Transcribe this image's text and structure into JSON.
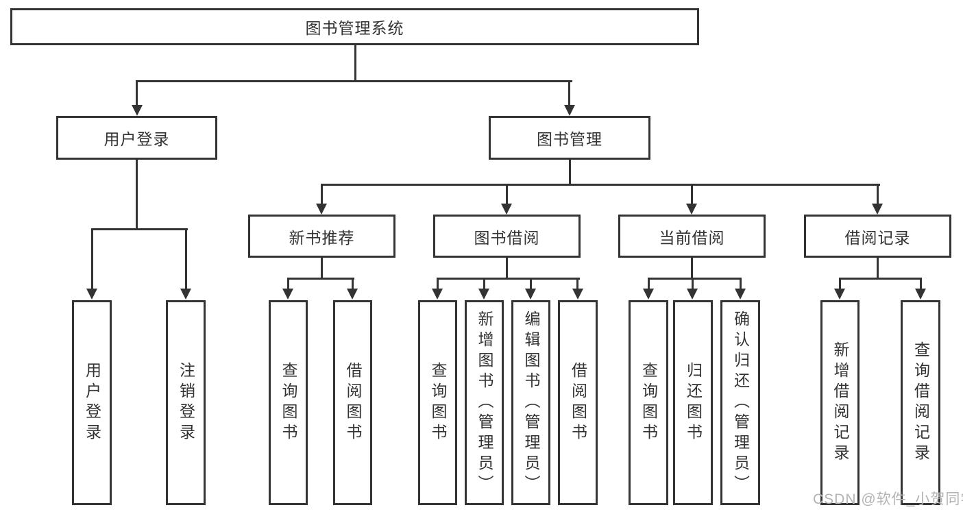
{
  "diagram": {
    "root": {
      "label": "图书管理系统"
    },
    "branches": {
      "user_login": {
        "label": "用户登录",
        "children": {
          "login": "用户登录",
          "logout": "注销登录"
        }
      },
      "book_management": {
        "label": "图书管理",
        "children": {
          "new_book_recommend": {
            "label": "新书推荐",
            "children": {
              "query_books": "查询图书",
              "borrow_books": "借阅图书"
            }
          },
          "book_borrowing": {
            "label": "图书借阅",
            "children": {
              "query_books": "查询图书",
              "add_books": "新增图书（管理员）",
              "edit_books": "编辑图书（管理员）",
              "borrow_books": "借阅图书"
            }
          },
          "current_borrowing": {
            "label": "当前借阅",
            "children": {
              "query_books": "查询图书",
              "return_books": "归还图书",
              "confirm_return": "确认归还（管理员）"
            }
          },
          "borrowing_records": {
            "label": "借阅记录",
            "children": {
              "add_record": "新增借阅记录",
              "query_record": "查询借阅记录"
            }
          }
        }
      }
    }
  },
  "watermark": {
    "text": "CSDN @软件_小贺同学"
  },
  "colors": {
    "line": "#333333",
    "text": "#333333",
    "watermark": "#b3b3b3",
    "background": "#ffffff"
  }
}
